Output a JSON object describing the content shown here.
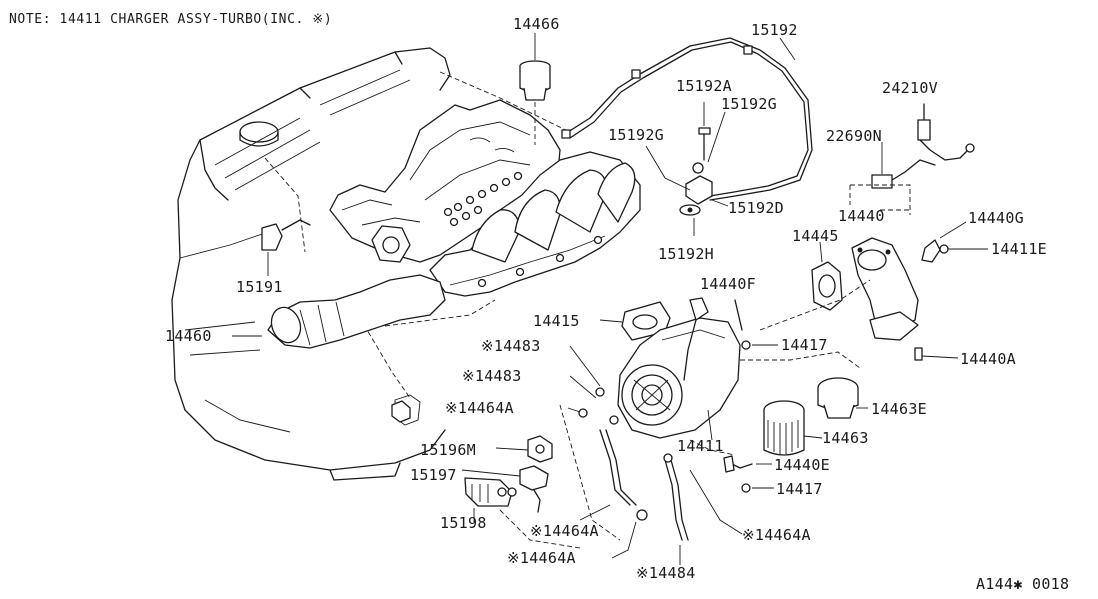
{
  "diagram": {
    "note": "NOTE: 14411 CHARGER ASSY-TURBO(INC. ※)",
    "ref_code": "A144✱ 0018",
    "callouts": {
      "p14466": "14466",
      "p15192": "15192",
      "p15192A": "15192A",
      "p15192G_right": "15192G",
      "p15192G_left": "15192G",
      "p24210V": "24210V",
      "p22690N": "22690N",
      "p15192D": "15192D",
      "p14440": "14440",
      "p14440G": "14440G",
      "p14445": "14445",
      "p14411E": "14411E",
      "p15192H": "15192H",
      "p15191": "15191",
      "p14440F": "14440F",
      "p14460": "14460",
      "p14415": "14415",
      "p14483_top": "※14483",
      "p14417_top": "14417",
      "p14440A": "14440A",
      "p14483_bottom": "※14483",
      "p14464A_left": "※14464A",
      "p14463E": "14463E",
      "p15196M": "15196M",
      "p14411": "14411",
      "p14463": "14463",
      "p15197": "15197",
      "p14440E": "14440E",
      "p14417_bottom": "14417",
      "p15198": "15198",
      "p14464A_mid": "※14464A",
      "p14464A_right": "※14464A",
      "p14464A_low": "※14464A",
      "p14484": "※14484"
    }
  }
}
